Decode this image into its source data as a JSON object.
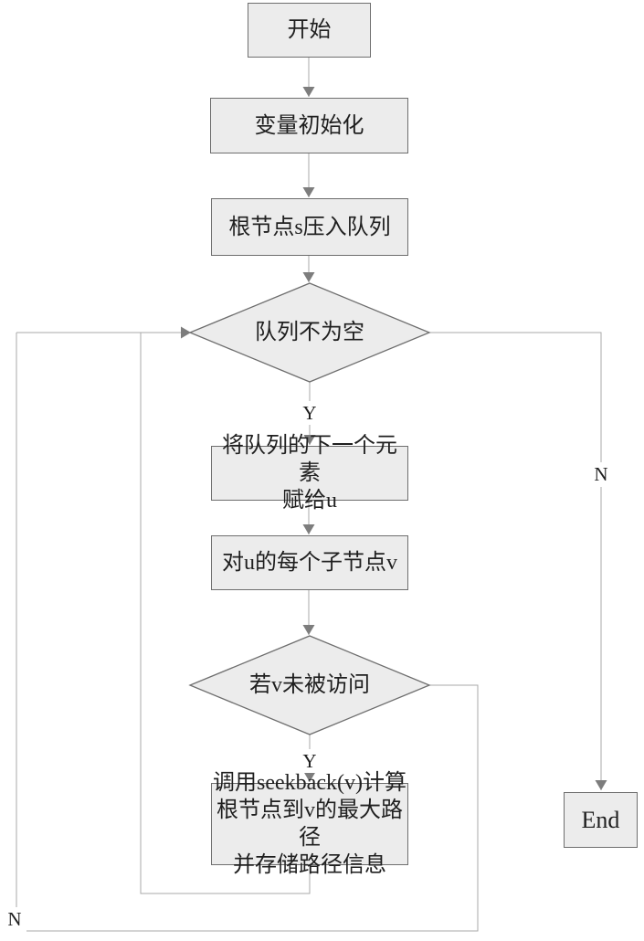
{
  "title": "BFS seekback flowchart",
  "nodes": {
    "start": {
      "label": "开始"
    },
    "init": {
      "label": "变量初始化"
    },
    "push_root": {
      "label": "根节点s压入队列"
    },
    "queue_not_empty": {
      "label": "队列不为空"
    },
    "assign_next": {
      "label": "将队列的下一个元素\n赋给u"
    },
    "for_each_child": {
      "label": "对u的每个子节点v"
    },
    "v_unvisited": {
      "label": "若v未被访问"
    },
    "seekback": {
      "label": "调用seekback(v)计算\n根节点到v的最大路径\n并存储路径信息"
    },
    "end": {
      "label": "End"
    }
  },
  "edge_labels": {
    "queue_yes": "Y",
    "queue_no": "N",
    "visit_yes": "Y",
    "visit_no": "N"
  },
  "colors": {
    "node_fill": "#ececec",
    "node_border": "#6e6e6e",
    "line": "#a9a9a9",
    "arrow": "#7d7d7d",
    "text": "#1f1f1f",
    "background": "#ffffff"
  }
}
